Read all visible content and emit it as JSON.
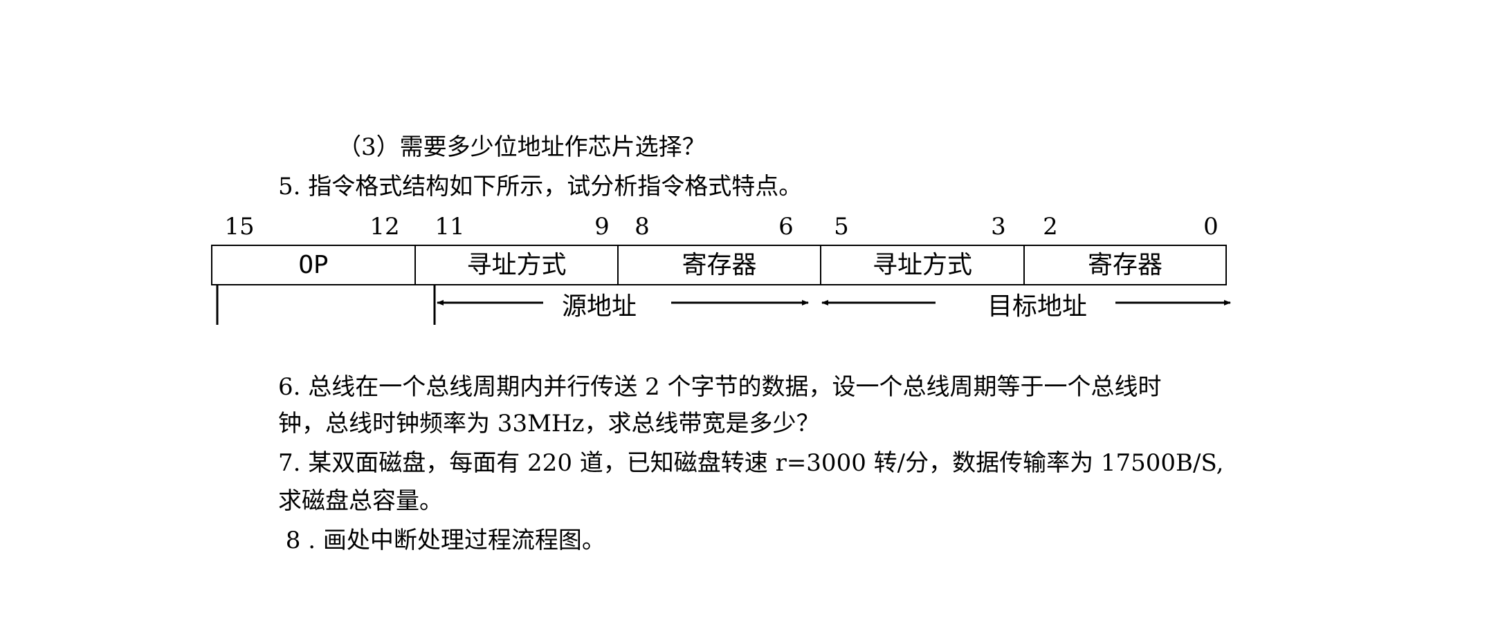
{
  "questions": {
    "q3_sub": "（3）需要多少位地址作芯片选择？",
    "q5": "5.  指令格式结构如下所示，试分析指令格式特点。",
    "q6_line1": "6. 总线在一个总线周期内并行传送 2 个字节的数据，设一个总线周期等于一个总线时",
    "q6_line2": "钟，总线时钟频率为 33MHz，求总线带宽是多少？",
    "q7_line1": "7. 某双面磁盘，每面有 220 道，已知磁盘转速 r=3000 转/分，数据传输率为 17500B/S,",
    "q7_line2": "求磁盘总容量。",
    "q8": " 8 . 画处中断处理过程流程图。"
  },
  "instruction_format": {
    "bit_positions": [
      "15",
      "12",
      "11",
      "9",
      "8",
      "6",
      "5",
      "3",
      "2",
      "0"
    ],
    "fields": [
      "OP",
      "寻址方式",
      "寄存器",
      "寻址方式",
      "寄存器"
    ],
    "source_label": "源地址",
    "target_label": "目标地址"
  }
}
